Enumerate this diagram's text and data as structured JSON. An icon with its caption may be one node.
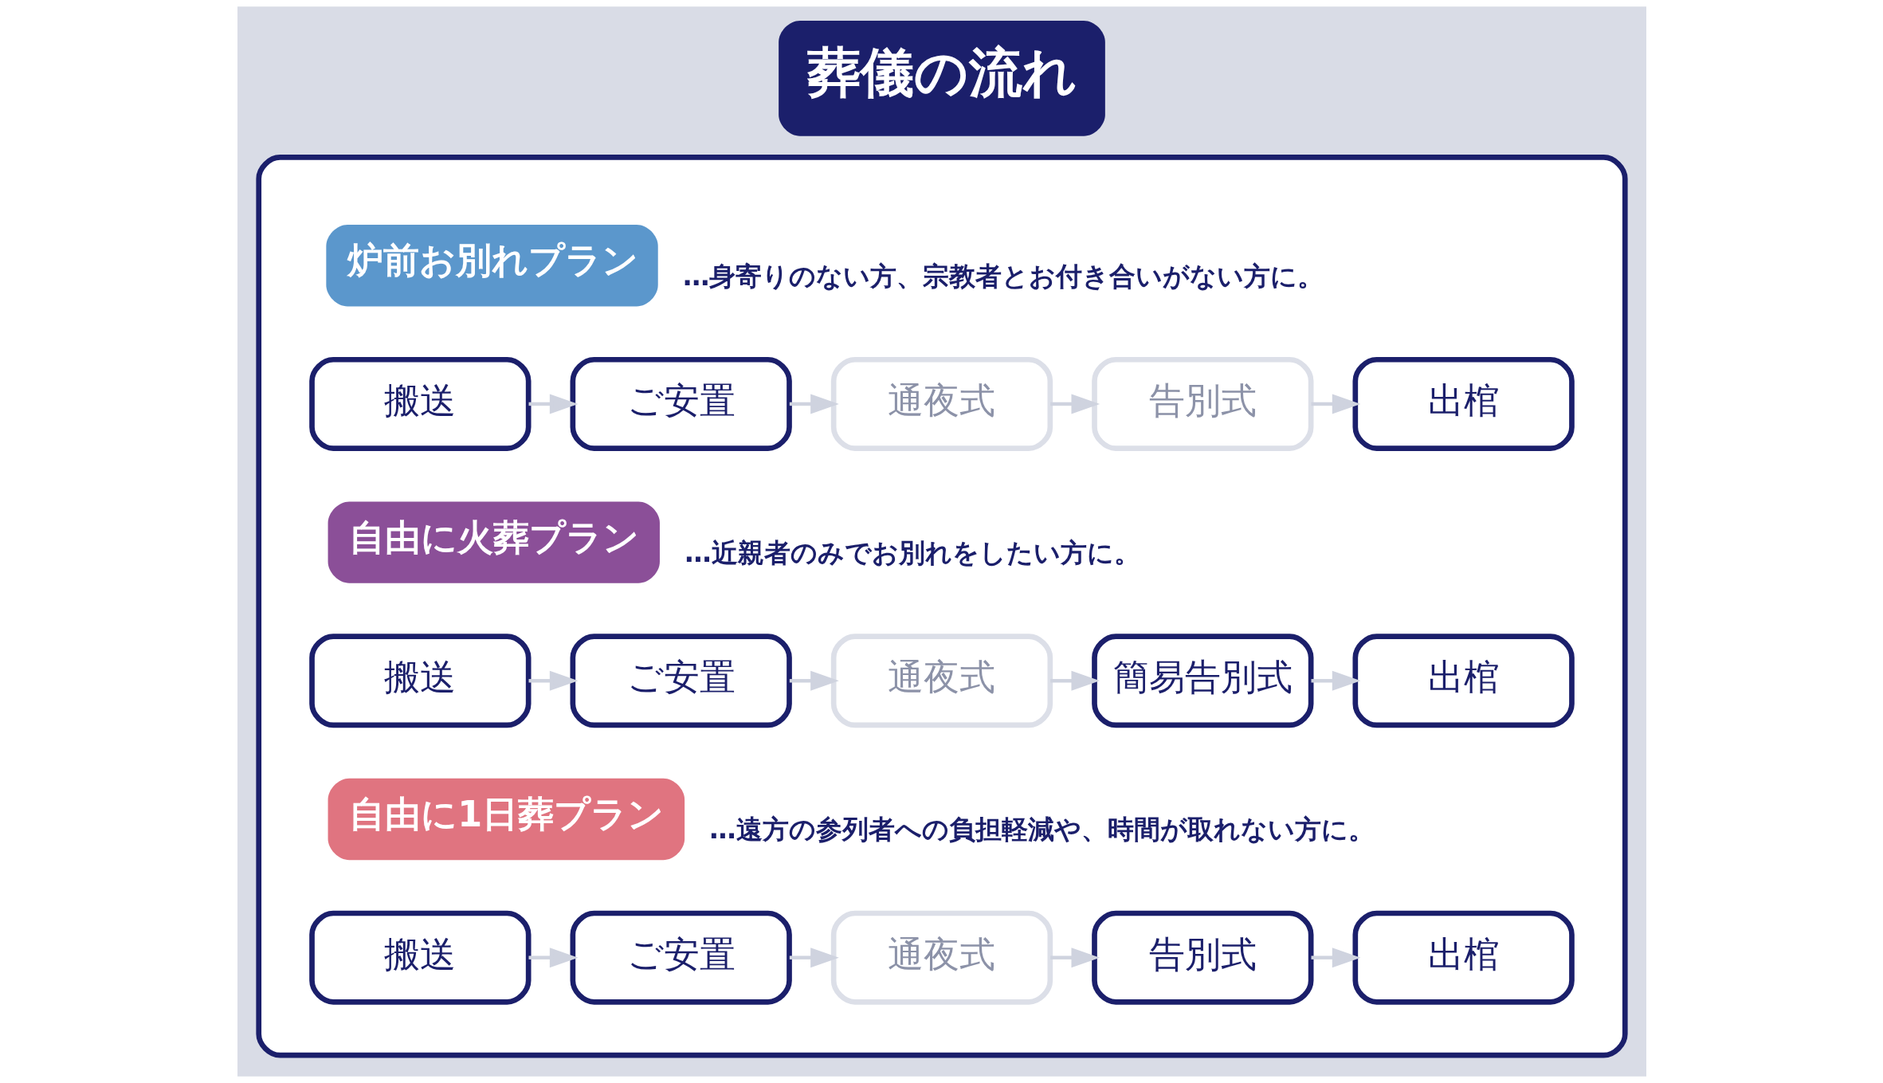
{
  "diagram": {
    "title": "葬儀の流れ",
    "nodes": [
      {
        "text": [],
        "shape": "box"
      },
      {
        "text": [
          "炉前お別れプラン"
        ],
        "beside": [
          "…身寄りのない方、宗教者とお付き合いがない方に。"
        ],
        "in": 0
      },
      {
        "text": [
          "搬送"
        ],
        "in": 0
      },
      {
        "text": [
          "ご安置"
        ],
        "in": 0
      },
      {
        "text": [
          "通夜式"
        ],
        "in": 0
      },
      {
        "text": [
          "告別式"
        ],
        "in": 0
      },
      {
        "text": [
          "出棺"
        ],
        "in": 0
      },
      {
        "text": [
          "自由に火葬プラン"
        ],
        "beside": [
          "…近親者のみでお別れをしたい方に。"
        ],
        "in": 0
      },
      {
        "text": [
          "搬送"
        ],
        "in": 0
      },
      {
        "text": [
          "ご安置"
        ],
        "in": 0
      },
      {
        "text": [
          "通夜式"
        ],
        "in": 0
      },
      {
        "text": [
          "簡易告別式"
        ],
        "in": 0
      },
      {
        "text": [
          "出棺"
        ],
        "in": 0
      },
      {
        "text": [
          "自由に1日葬プラン"
        ],
        "beside": [
          "…遠方の参列者への負担軽減や、時間が取れない方に。"
        ],
        "in": 0
      },
      {
        "text": [
          "搬送"
        ],
        "in": 0
      },
      {
        "text": [
          "ご安置"
        ],
        "in": 0
      },
      {
        "text": [
          "通夜式"
        ],
        "in": 0
      },
      {
        "text": [
          "告別式"
        ],
        "in": 0
      },
      {
        "text": [
          "出棺"
        ],
        "in": 0
      }
    ],
    "edges": [
      {
        "from": 2,
        "to": 3,
        "arrow": "to"
      },
      {
        "from": 3,
        "to": 4,
        "arrow": "to"
      },
      {
        "from": 4,
        "to": 5,
        "arrow": "to"
      },
      {
        "from": 5,
        "to": 6,
        "arrow": "to"
      },
      {
        "from": 8,
        "to": 9,
        "arrow": "to"
      },
      {
        "from": 9,
        "to": 10,
        "arrow": "to"
      },
      {
        "from": 10,
        "to": 11,
        "arrow": "to"
      },
      {
        "from": 11,
        "to": 12,
        "arrow": "to"
      },
      {
        "from": 14,
        "to": 15,
        "arrow": "to"
      },
      {
        "from": 15,
        "to": 16,
        "arrow": "to"
      },
      {
        "from": 16,
        "to": 17,
        "arrow": "to"
      },
      {
        "from": 17,
        "to": 18,
        "arrow": "to"
      }
    ]
  }
}
